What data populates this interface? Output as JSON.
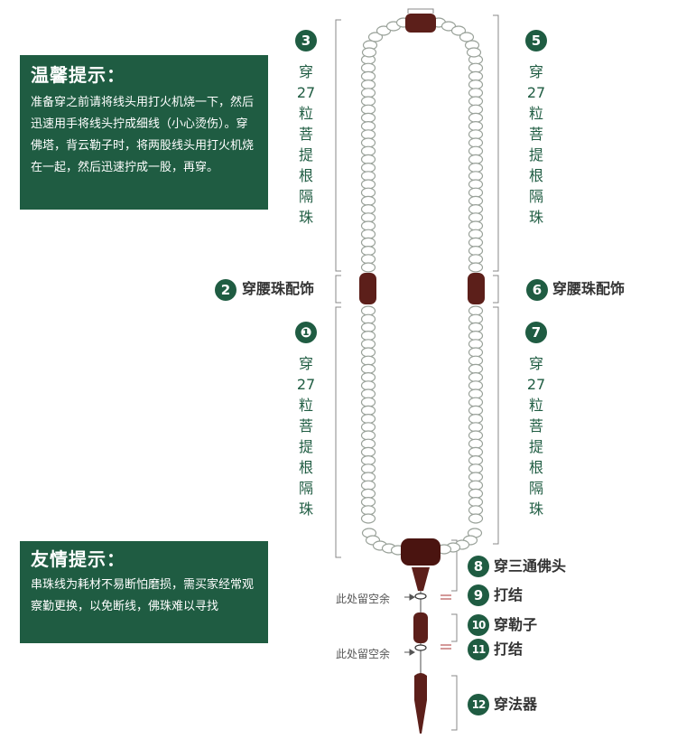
{
  "tips": {
    "warm": {
      "title": "温馨提示：",
      "body": "准备穿之前请将线头用打火机烧一下，然后迅速用手将线头拧成细线（小心烫伤）。穿佛塔，背云勒子时，将两股线头用打火机烧在一起，然后迅速拧成一股，再穿。"
    },
    "friendly": {
      "title": "友情提示：",
      "body": "串珠线为耗材不易断怕磨损，需买家经常观察勤更换，以免断线，佛珠难以寻找"
    }
  },
  "steps": [
    {
      "num": "❶",
      "text": "穿27粒菩提根隔珠"
    },
    {
      "num": "2",
      "text": "穿腰珠配饰"
    },
    {
      "num": "3",
      "text": "穿27粒菩提根隔珠"
    },
    {
      "num": "5",
      "text": "穿27粒菩提根隔珠"
    },
    {
      "num": "6",
      "text": "穿腰珠配饰"
    },
    {
      "num": "7",
      "text": "穿27粒菩提根隔珠"
    },
    {
      "num": "8",
      "text": "穿三通佛头"
    },
    {
      "num": "9",
      "text": "打结"
    },
    {
      "num": "10",
      "text": "穿勒子"
    },
    {
      "num": "11",
      "text": "打结"
    },
    {
      "num": "12",
      "text": "穿法器"
    }
  ],
  "notes": {
    "leave_space": "此处留空余"
  },
  "colors": {
    "green": "#1f5c42",
    "bead_dark": "#5c1f1a",
    "bead_outline": "#9aa29a"
  }
}
